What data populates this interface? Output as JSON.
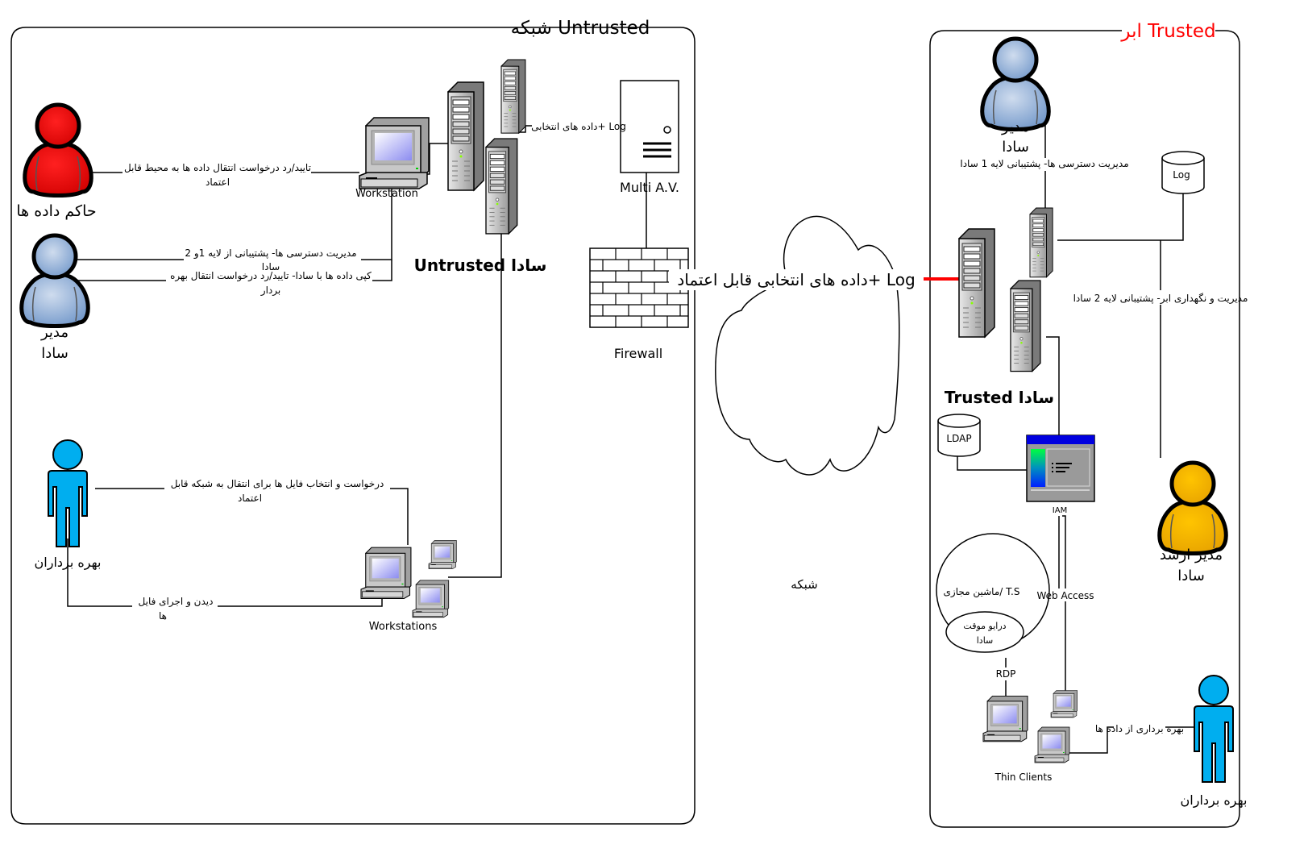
{
  "zones": {
    "untrusted_title": "شبکه Untrusted",
    "trusted_title": "ابر Trusted",
    "trusted_title_color": "#ff0000",
    "network_label": "شبکه"
  },
  "actors": {
    "data_governor": {
      "label": "حاکم داده ها",
      "color": "#ff0000"
    },
    "untrusted_admin": {
      "label_line1": "مدیر",
      "label_line2": "سادا",
      "color": "#a8c0df"
    },
    "untrusted_users": {
      "label": "بهره برداران",
      "color": "#00aeef"
    },
    "trusted_admin": {
      "label_line1": "مدیر",
      "label_line2": "سادا",
      "color": "#a8c0df"
    },
    "senior_admin": {
      "label_line1": "مدیر ارشد",
      "label_line2": "سادا",
      "color": "#f5b800"
    },
    "trusted_users": {
      "label": "بهره برداران",
      "color": "#00aeef"
    }
  },
  "devices": {
    "workstation": "Workstation",
    "workstations": "Workstations",
    "untrusted_sada": "سادا",
    "untrusted_sada_en": "Untrusted",
    "multi_av": "Multi A.V.",
    "firewall": "Firewall",
    "trusted_sada": "سادا",
    "trusted_sada_en": "Trusted",
    "log_db": "Log",
    "ldap_db": "LDAP",
    "iam": "IAM",
    "vm_ts": "ماشین مجازی/ T.S",
    "temp_drive_line1": "درایو موقت",
    "temp_drive_line2": "سادا",
    "rdp": "RDP",
    "web_access": "Web Access",
    "thin_clients": "Thin Clients"
  },
  "edges": {
    "governor_approve_line1": "تایید/رد درخواست انتقال داده ها به محیط قابل",
    "governor_approve_line2": "اعتماد",
    "admin_access_line1": "مدیریت دسترسی ها- پشتیبانی از لایه 1و 2",
    "admin_access_line2": "سادا",
    "admin_copy_line1": "کپی داده ها با سادا- تایید/رد درخواست انتقال بهره",
    "admin_copy_line2": "بردار",
    "users_request_line1": "درخواست و انتخاب فایل ها برای انتقال به شبکه قابل",
    "users_request_line2": "اعتماد",
    "users_view_line1": "دیدن و اجرای فایل",
    "users_view_line2": "ها",
    "selected_log_small": "داده های انتخابی+ Log",
    "selected_trusted_log": "داده های انتخابی قابل اعتماد+ Log",
    "trusted_admin_access": "مدیریت دسترسی ها- پشتیبانی لایه 1 سادا",
    "senior_admin_cloud": "مدیریت و نگهداری ابر- پشتیبانی لایه 2 سادا",
    "users_exploit": "بهره برداری از داده ها"
  },
  "colors": {
    "purple_label": "#7030a0",
    "brown_label": "#5a2a2a",
    "red_link": "#ff0000"
  }
}
